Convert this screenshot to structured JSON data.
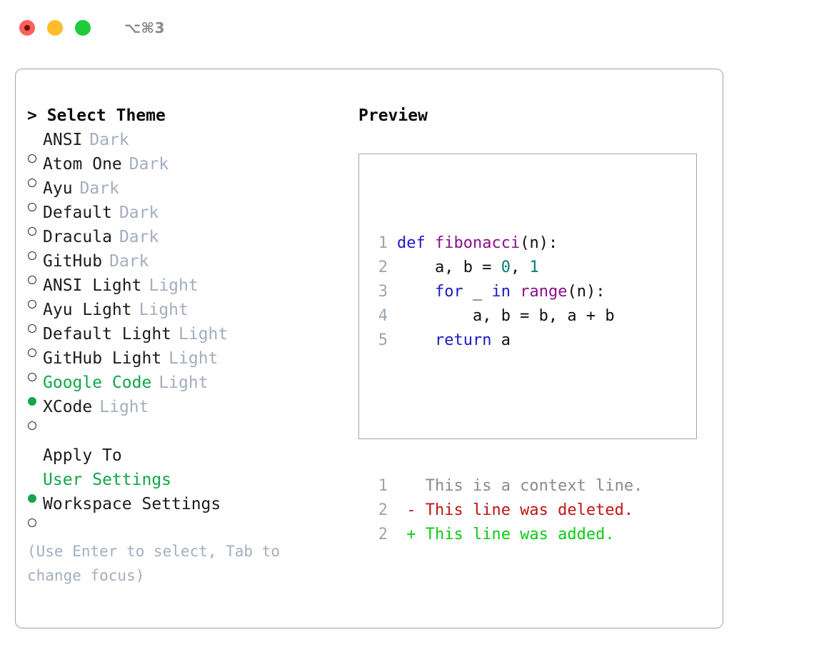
{
  "titlebar": {
    "shortcut": "⌥⌘3",
    "lights": [
      {
        "name": "close-button",
        "color": "#FF6159"
      },
      {
        "name": "minimize-button",
        "color": "#FFBD2E"
      },
      {
        "name": "zoom-button",
        "color": "#1ECB3B"
      }
    ]
  },
  "theme_picker": {
    "header": "> Select Theme",
    "options": [
      {
        "marker": "o",
        "label": "ANSI",
        "kind": "Dark",
        "selected": false
      },
      {
        "marker": "o",
        "label": "Atom One",
        "kind": "Dark",
        "selected": false
      },
      {
        "marker": "o",
        "label": "Ayu",
        "kind": "Dark",
        "selected": false
      },
      {
        "marker": "o",
        "label": "Default",
        "kind": "Dark",
        "selected": false
      },
      {
        "marker": "o",
        "label": "Dracula",
        "kind": "Dark",
        "selected": false
      },
      {
        "marker": "o",
        "label": "GitHub",
        "kind": "Dark",
        "selected": false
      },
      {
        "marker": "o",
        "label": "ANSI Light",
        "kind": "Light",
        "selected": false
      },
      {
        "marker": "o",
        "label": "Ayu Light",
        "kind": "Light",
        "selected": false
      },
      {
        "marker": "o",
        "label": "Default Light",
        "kind": "Light",
        "selected": false
      },
      {
        "marker": "o",
        "label": "GitHub Light",
        "kind": "Light",
        "selected": false
      },
      {
        "marker": "●",
        "label": "Google Code",
        "kind": "Light",
        "selected": true
      },
      {
        "marker": "o",
        "label": "XCode",
        "kind": "Light",
        "selected": false
      }
    ]
  },
  "apply_to": {
    "header": "Apply To",
    "options": [
      {
        "marker": "●",
        "label": "User Settings",
        "selected": true
      },
      {
        "marker": "o",
        "label": "Workspace Settings",
        "selected": false
      }
    ]
  },
  "hint": "(Use Enter to select, Tab to change focus)",
  "preview": {
    "title": "Preview",
    "code_lines": [
      {
        "lineno": "1",
        "tokens": [
          {
            "text": "def ",
            "type": "kw"
          },
          {
            "text": "fibonacci",
            "type": "fn"
          },
          {
            "text": "(n):",
            "type": "txt"
          }
        ]
      },
      {
        "lineno": "2",
        "tokens": [
          {
            "text": "    a, b = ",
            "type": "txt"
          },
          {
            "text": "0",
            "type": "num"
          },
          {
            "text": ", ",
            "type": "txt"
          },
          {
            "text": "1",
            "type": "num"
          }
        ]
      },
      {
        "lineno": "3",
        "tokens": [
          {
            "text": "    ",
            "type": "txt"
          },
          {
            "text": "for",
            "type": "kw"
          },
          {
            "text": " _ ",
            "type": "txt"
          },
          {
            "text": "in",
            "type": "kw"
          },
          {
            "text": " ",
            "type": "txt"
          },
          {
            "text": "range",
            "type": "fn"
          },
          {
            "text": "(n):",
            "type": "txt"
          }
        ]
      },
      {
        "lineno": "4",
        "tokens": [
          {
            "text": "        a, b = b, a + b",
            "type": "txt"
          }
        ]
      },
      {
        "lineno": "5",
        "tokens": [
          {
            "text": "    ",
            "type": "txt"
          },
          {
            "text": "return",
            "type": "kw"
          },
          {
            "text": " a",
            "type": "txt"
          }
        ]
      }
    ],
    "diff_lines": [
      {
        "lineno": "1",
        "tokens": [
          {
            "text": "   This is a context line.",
            "type": "ctx"
          }
        ]
      },
      {
        "lineno": "2",
        "tokens": [
          {
            "text": " - This line was deleted.",
            "type": "del"
          }
        ]
      },
      {
        "lineno": "2",
        "tokens": [
          {
            "text": " + This line was added.",
            "type": "add"
          }
        ]
      }
    ]
  },
  "colors": {
    "accent_green": "#13A54A",
    "muted": "#A3AEBD",
    "border": "#9AA5B4",
    "keyword": "#1A1AC4",
    "function": "#8C0E8C",
    "number": "#0A7A72",
    "diff_context": "#8A8A8A",
    "diff_deleted": "#C01515",
    "diff_added": "#0ACB14"
  }
}
